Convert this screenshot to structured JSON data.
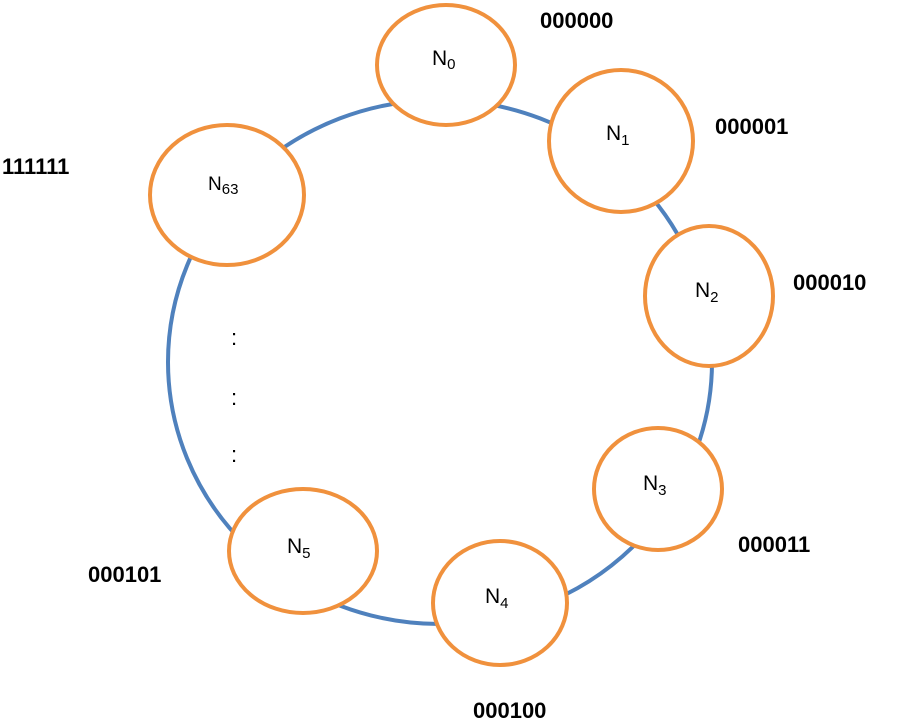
{
  "colors": {
    "ring": "#4F81BD",
    "node_outline": "#F0913D",
    "node_fill": "#FFFFFF",
    "text": "#000000"
  },
  "nodes": [
    {
      "letter": "N",
      "index": "0",
      "address": "000000"
    },
    {
      "letter": "N",
      "index": "1",
      "address": "000001"
    },
    {
      "letter": "N",
      "index": "2",
      "address": "000010"
    },
    {
      "letter": "N",
      "index": "3",
      "address": "000011"
    },
    {
      "letter": "N",
      "index": "4",
      "address": "000100"
    },
    {
      "letter": "N",
      "index": "5",
      "address": "000101"
    },
    {
      "letter": "N",
      "index": "63",
      "address": "111111"
    }
  ],
  "ellipsis": [
    ":",
    ":",
    ":"
  ]
}
